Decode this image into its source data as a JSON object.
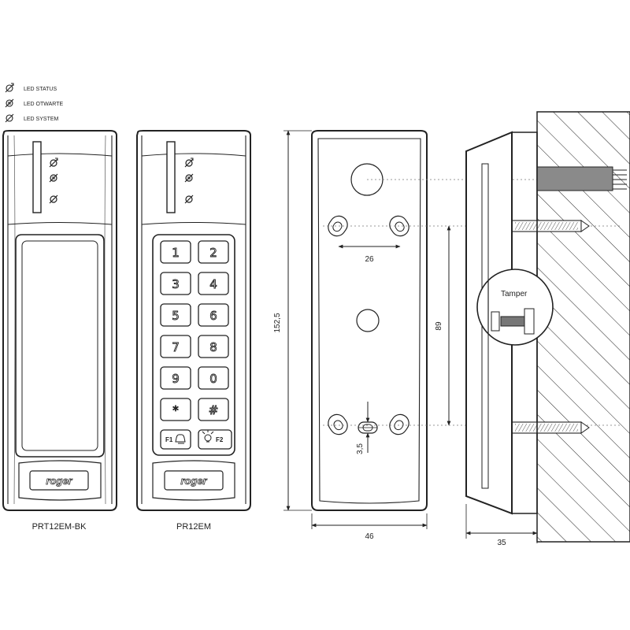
{
  "legend": {
    "items": [
      {
        "label": "LED STATUS",
        "icon": "led-status-icon"
      },
      {
        "label": "LED OTWARTE",
        "icon": "led-open-icon"
      },
      {
        "label": "LED SYSTEM",
        "icon": "led-system-icon"
      }
    ]
  },
  "devices": {
    "left_caption": "PRT12EM-BK",
    "right_caption": "PR12EM",
    "logo": "roger"
  },
  "keypad": {
    "keys": [
      "1",
      "2",
      "3",
      "4",
      "5",
      "6",
      "7",
      "8",
      "9",
      "0",
      "*",
      "#"
    ],
    "f1": "F1",
    "f2": "F2"
  },
  "dimensions": {
    "height": "152,5",
    "width": "46",
    "hole_spacing": "26",
    "vertical_spacing": "89",
    "offset": "3,5",
    "depth": "35"
  },
  "side_view": {
    "tamper_label": "Tamper"
  }
}
